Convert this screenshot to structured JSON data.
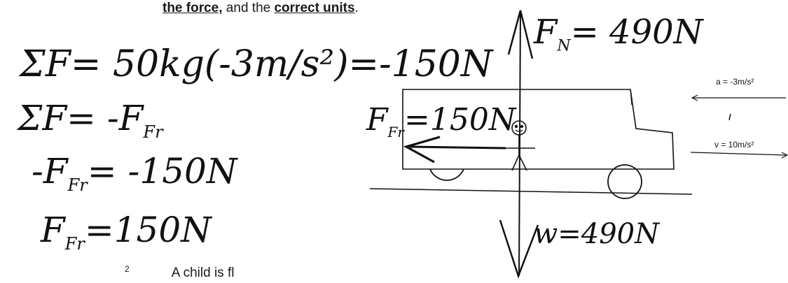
{
  "instruction": {
    "part1": "the force,",
    "part2": " and the ",
    "part3": "correct units",
    "part4": "."
  },
  "equations": {
    "line1": "ΣF= 50kg(-3m/s²)=-150N",
    "line2": "ΣF= -F",
    "line2_sub": "Fr",
    "line3a": "-F",
    "line3_sub": "Fr",
    "line3b": "= -150N",
    "line4a": "F",
    "line4_sub": "Fr",
    "line4b": "=150N"
  },
  "diagram": {
    "normal_force_label": "F",
    "normal_force_sub": "N",
    "normal_force_value": "= 490N",
    "friction_label": "F",
    "friction_sub": "Fr",
    "friction_value": "=150N",
    "weight_label": "w=490N",
    "acceleration_label": "a = -3m/s²",
    "velocity_label": "v = 10m/s²"
  },
  "footer": {
    "number": "2",
    "text": "A child is fl"
  }
}
